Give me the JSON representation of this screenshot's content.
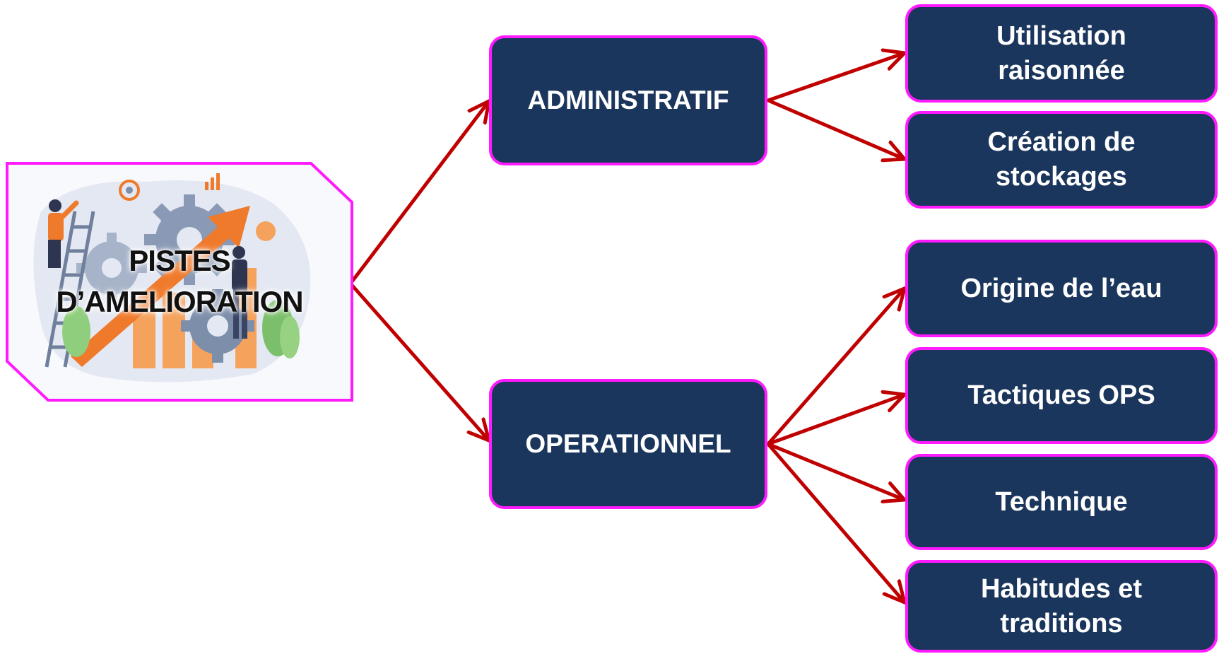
{
  "diagram": {
    "root": {
      "line1": "PISTES",
      "line2": "D’AMELIORATION"
    },
    "branches": [
      {
        "label": "ADMINISTRATIF",
        "children": [
          {
            "line1": "Utilisation",
            "line2": "raisonnée"
          },
          {
            "line1": "Création de",
            "line2": "stockages"
          }
        ]
      },
      {
        "label": "OPERATIONNEL",
        "children": [
          {
            "line1": "Origine de l’eau"
          },
          {
            "line1": "Tactiques OPS"
          },
          {
            "line1": "Technique"
          },
          {
            "line1": "Habitudes et",
            "line2": "traditions"
          }
        ]
      }
    ],
    "illustration_icon": "business-growth-gears-illustration-icon",
    "colors": {
      "box_fill": "#1b365c",
      "box_border": "#ff1aff",
      "arrow": "#c00000",
      "text": "#ffffff"
    }
  }
}
